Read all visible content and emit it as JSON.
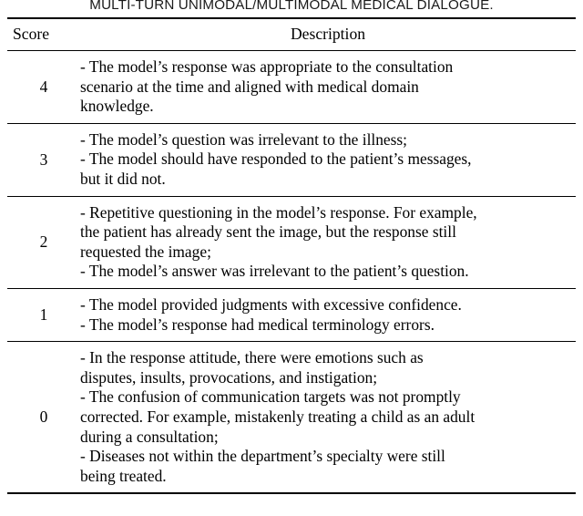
{
  "caption": {
    "text": "MULTI-TURN UNIMODAL/MULTIMODAL MEDICAL DIALOGUE."
  },
  "table": {
    "columns": [
      {
        "key": "score",
        "label": "Score",
        "align": "left"
      },
      {
        "key": "description",
        "label": "Description",
        "align": "center"
      }
    ],
    "rows": [
      {
        "score": "4",
        "lines": [
          "- The model’s response was appropriate to the consultation",
          "scenario at the time and aligned with medical domain",
          "knowledge."
        ],
        "description": "- The model’s response was appropriate to the consultation scenario at the time and aligned with medical domain knowledge."
      },
      {
        "score": "3",
        "lines": [
          "- The model’s question was irrelevant to the illness;",
          "- The model should have responded to the patient’s messages,",
          "but it did not."
        ],
        "description": "- The model’s question was irrelevant to the illness; - The model should have responded to the patient’s messages, but it did not."
      },
      {
        "score": "2",
        "lines": [
          "- Repetitive questioning in the model’s response. For example,",
          "the patient has already sent the image, but the response still",
          "requested the image;",
          "- The model’s answer was irrelevant to the patient’s question."
        ],
        "description": "- Repetitive questioning in the model’s response. For example, the patient has already sent the image, but the response still requested the image; - The model’s answer was irrelevant to the patient’s question."
      },
      {
        "score": "1",
        "lines": [
          "- The model provided judgments with excessive confidence.",
          "- The model’s response had medical terminology errors."
        ],
        "description": "- The model provided judgments with excessive confidence. - The model’s response had medical terminology errors."
      },
      {
        "score": "0",
        "lines": [
          "- In the response attitude, there were emotions such as",
          "disputes, insults, provocations, and instigation;",
          "- The confusion of communication targets was not promptly",
          "corrected. For example, mistakenly treating a child as an adult",
          "during a consultation;",
          "- Diseases not within the department’s specialty were still",
          "being treated."
        ],
        "description": "- In the response attitude, there were emotions such as disputes, insults, provocations, and instigation; - The confusion of communication targets was not promptly corrected. For example, mistakenly treating a child as an adult during a consultation; - Diseases not within the department’s specialty were still being treated."
      }
    ]
  },
  "style": {
    "text_color": "#000000",
    "background": "#ffffff",
    "rule_color": "#000000"
  }
}
